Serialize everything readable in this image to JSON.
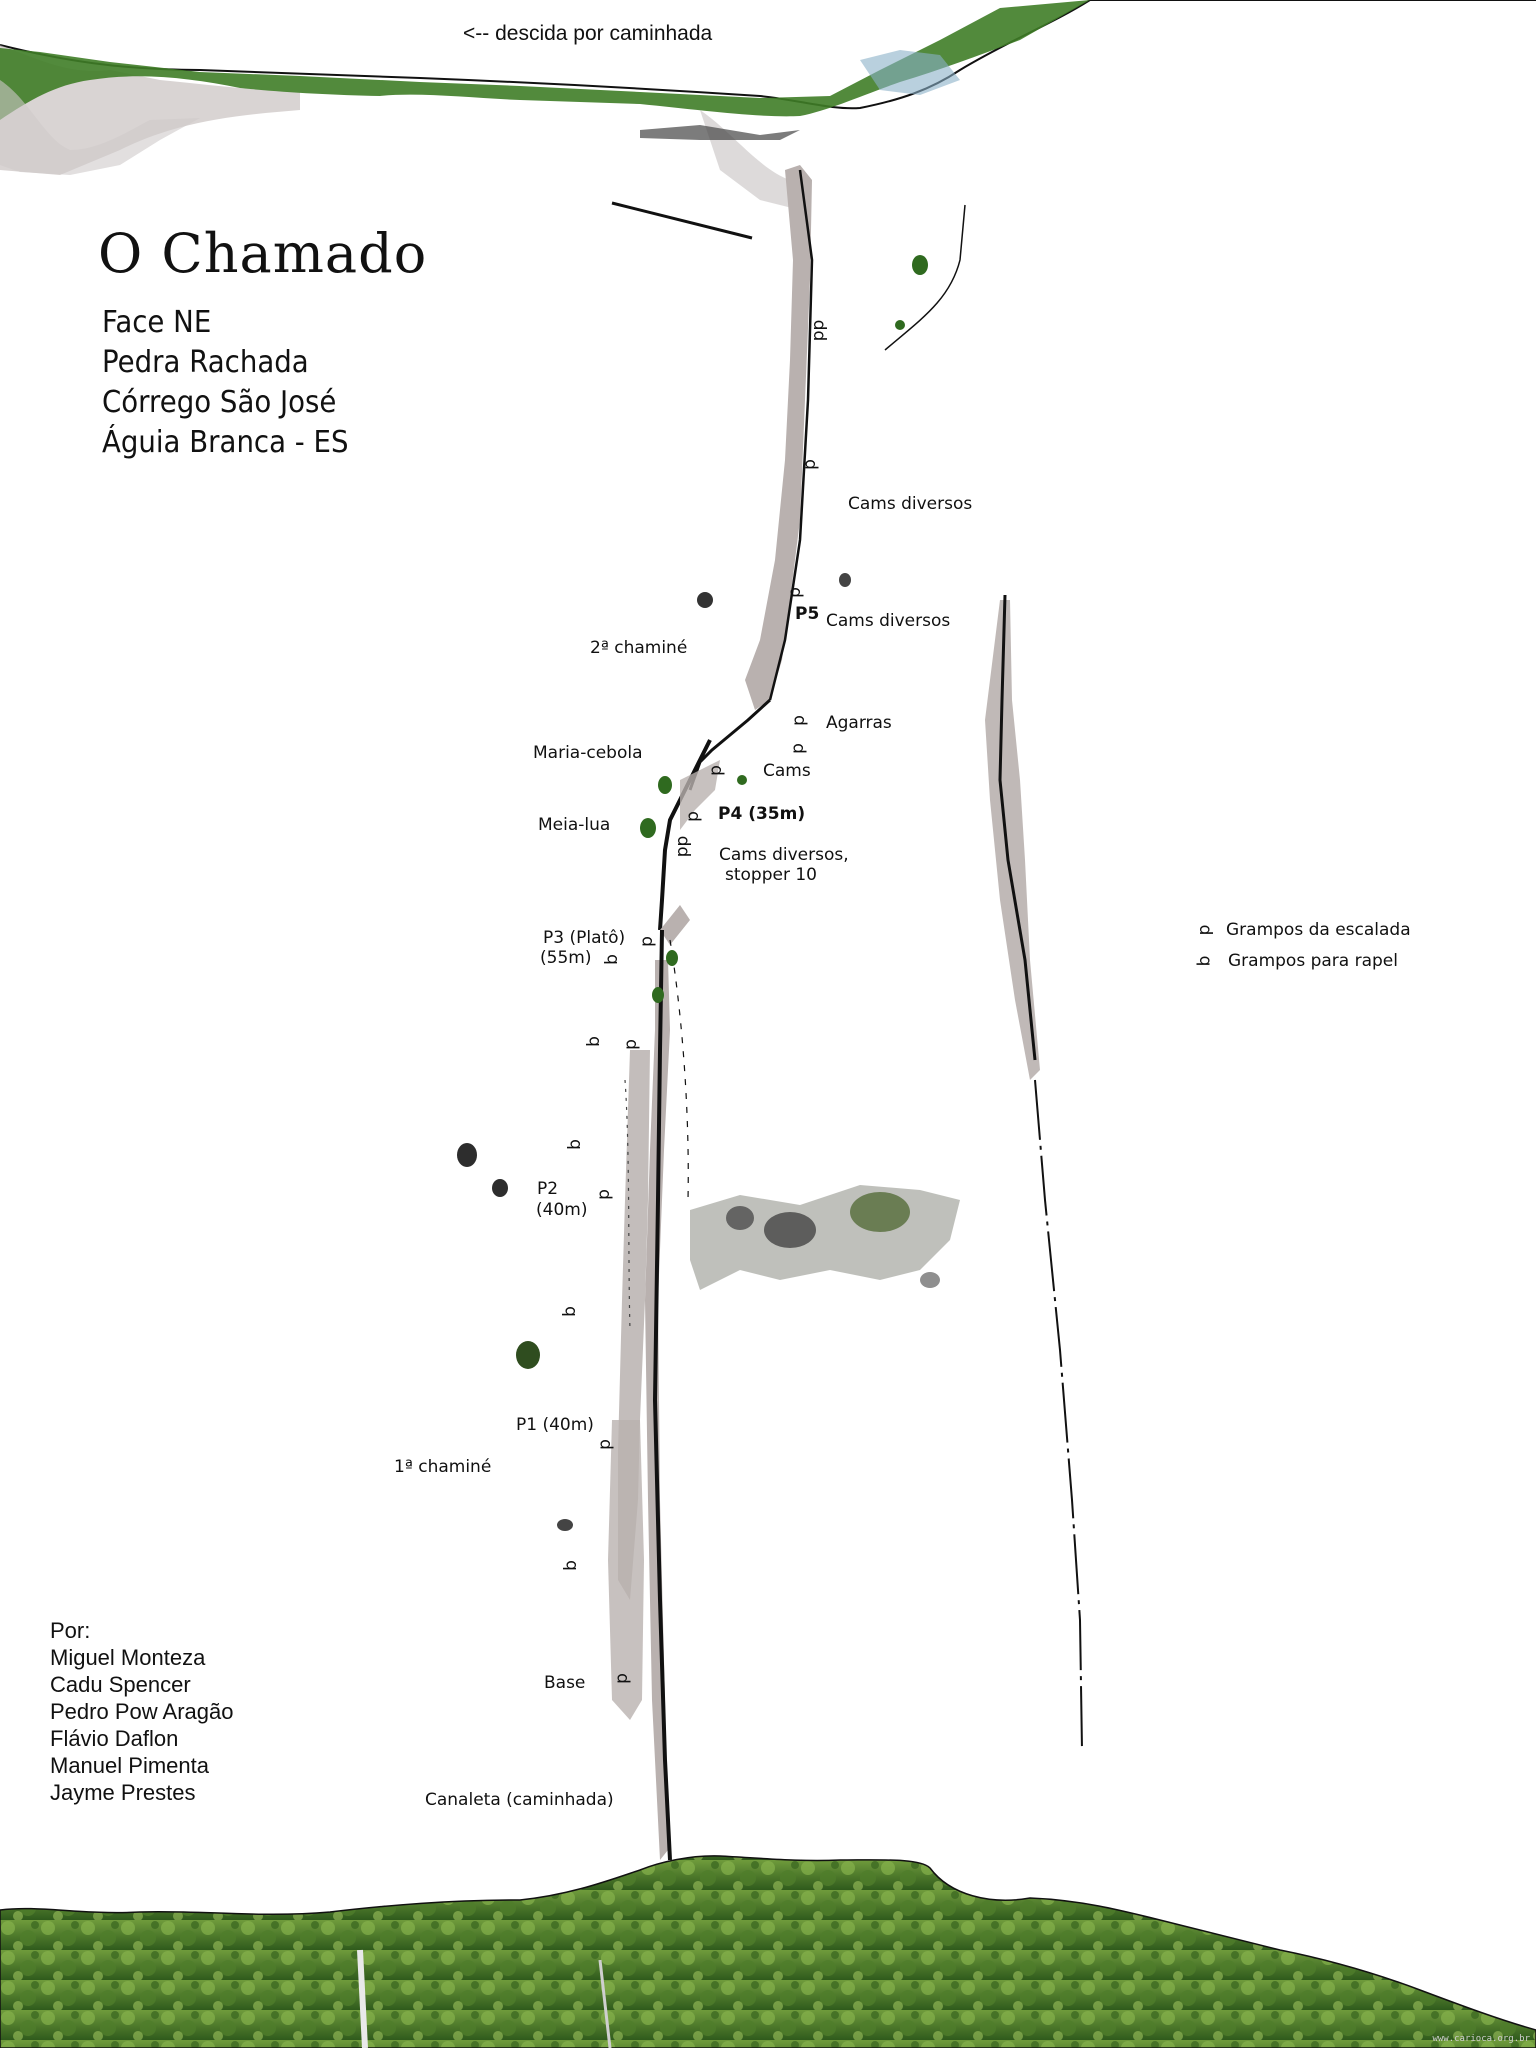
{
  "descent_note": "<-- descida por caminhada",
  "title": "O Chamado",
  "info": {
    "face": "Face NE",
    "rock": "Pedra Rachada",
    "locality": "Córrego São José",
    "city": "Águia Branca - ES"
  },
  "authors": {
    "heading": "Por:",
    "names": [
      "Miguel Monteza",
      "Cadu Spencer",
      "Pedro Pow Aragão",
      "Flávio Daflon",
      "Manuel Pimenta",
      "Jayme Prestes"
    ]
  },
  "labels": {
    "cams_diversos_top": "Cams diversos",
    "p5": "P5",
    "cams_diversos_p5": "Cams diversos",
    "chimney2": "2ª chaminé",
    "agarras": "Agarras",
    "maria_cebola": "Maria-cebola",
    "cams": "Cams",
    "p4": "P4 (35m)",
    "meia_lua": "Meia-lua",
    "cams_diversos_p4_l1": "Cams diversos,",
    "cams_diversos_p4_l2": "stopper 10",
    "p3_l1": "P3 (Platô)",
    "p3_l2": "(55m)",
    "p2_l1": "P2",
    "p2_l2": "(40m)",
    "p1": "P1 (40m)",
    "chimney1": "1ª chaminé",
    "base": "Base",
    "canaleta": "Canaleta (caminhada)"
  },
  "legend": {
    "p_symbol": "p",
    "p_text": "Grampos da escalada",
    "b_symbol": "b",
    "b_text": "Grampos para rapel"
  },
  "bolt_symbols": {
    "p": "p",
    "pp": "pp",
    "b": "b"
  },
  "watermark": "www.carioca.org.br"
}
